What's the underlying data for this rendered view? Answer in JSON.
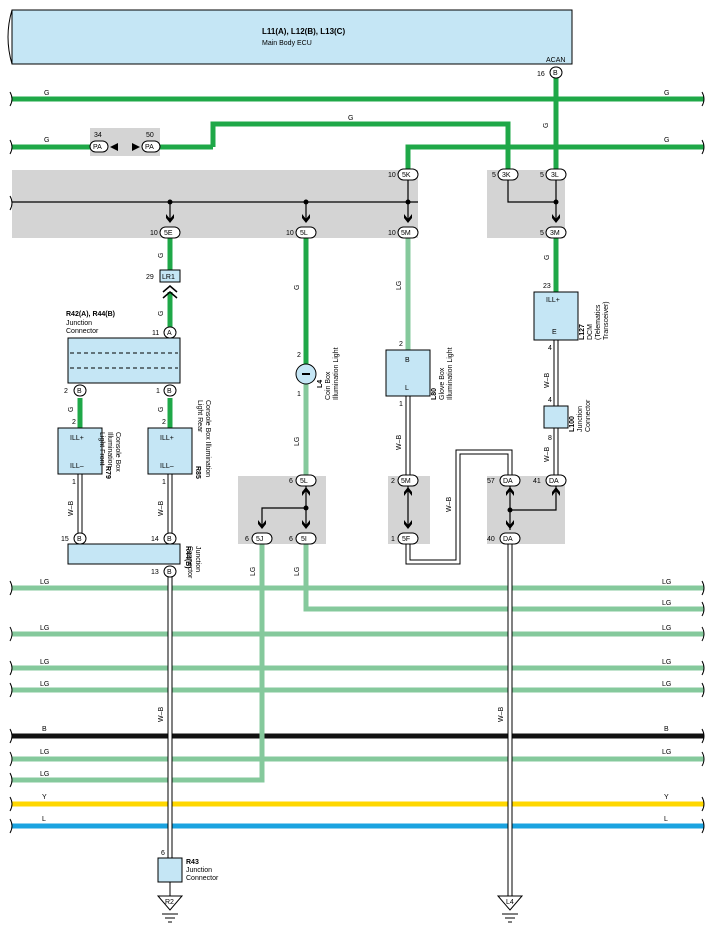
{
  "ecu": {
    "title": "L11(A), L12(B), L13(C)",
    "subtitle": "Main Body ECU",
    "pin_name": "ACAN",
    "pin_num": "16",
    "pin_conn": "B"
  },
  "wires": {
    "g": "G",
    "lg": "LG",
    "wb": "W–B",
    "b": "B",
    "y": "Y",
    "l": "L"
  },
  "pins": {
    "p34": "34",
    "p50": "50",
    "pa": "PA",
    "p10": "10",
    "p5": "5",
    "p2": "2",
    "p1": "1",
    "p6": "6",
    "p11": "11",
    "p13": "13",
    "p14": "14",
    "p15": "15",
    "p23": "23",
    "p4": "4",
    "p8": "8",
    "p29": "29",
    "p40": "40",
    "p41": "41",
    "p57": "57",
    "c5k": "5K",
    "c3k": "3K",
    "c3l": "3L",
    "c3m": "3M",
    "c5e": "5E",
    "c5l": "5L",
    "c5m": "5M",
    "c5j": "5J",
    "c5i": "5I",
    "c5f": "5F",
    "cda": "DA",
    "ca": "A",
    "cb": "B",
    "lr1": "LR1"
  },
  "components": {
    "r42": {
      "title": "R42(A), R44(B)",
      "line1": "Junction",
      "line2": "Connector"
    },
    "r44": {
      "title": "R44(B)",
      "line1": "Junction",
      "line2": "Connector"
    },
    "r79": {
      "title": "R79",
      "line1": "Console Box",
      "line2": "Illumination",
      "line3": "Light Front",
      "ill_plus": "ILL+",
      "ill_minus": "ILL–"
    },
    "r85": {
      "title": "R85",
      "line1": "Console Box Illumination",
      "line2": "Light Rear",
      "ill_plus": "ILL+",
      "ill_minus": "ILL–"
    },
    "l4": {
      "title": "L4",
      "line1": "Coin Box",
      "line2": "Illumination Light"
    },
    "l80": {
      "title": "L80",
      "line1": "Glove Box",
      "line2": "Illumination Light",
      "pin_b": "B",
      "pin_l": "L"
    },
    "l127": {
      "title": "L127",
      "line1": "DCM",
      "line2": "(Telematics",
      "line3": "Transceiver)",
      "ill_plus": "ILL+",
      "pin_e": "E"
    },
    "l100": {
      "title": "L100",
      "line1": "Junction",
      "line2": "Connector"
    },
    "r43": {
      "title": "R43",
      "line1": "Junction",
      "line2": "Connector"
    },
    "ground_r2": "R2",
    "ground_l4": "L4"
  }
}
